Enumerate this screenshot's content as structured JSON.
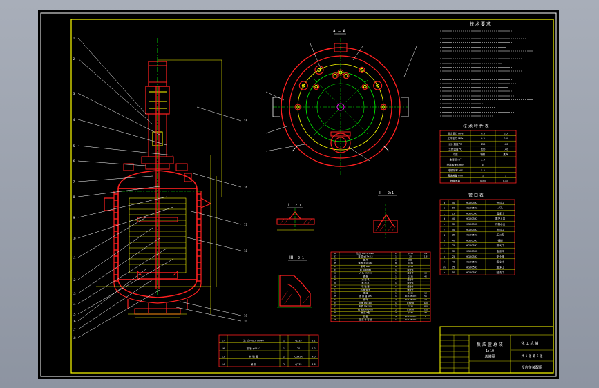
{
  "drawing": {
    "title": "反应釜装配图",
    "title_block": {
      "name": "反 应 釜 总 装",
      "scale": "1:10",
      "drawing_no": "总装图",
      "design_org": "化 工 机 械 厂",
      "sheet_label": "共 1 张 第 1 张"
    },
    "tech_requirements_title": "技 术 要 求",
    "tech_char_title": "技 术 特 性 表",
    "nozzle_table_title": "管 口 表",
    "top_view_label": "A — A",
    "detail_labels": [
      "I",
      "II",
      "III"
    ],
    "detail_scales": [
      "2:1",
      "2:1",
      "2:1"
    ],
    "tech_char_rows": [
      [
        "设计压力 MPa",
        "0.3",
        "0.5"
      ],
      [
        "工作压力 MPa",
        "0.2",
        "0.4"
      ],
      [
        "设计温度 ℃",
        "150",
        "160"
      ],
      [
        "工作温度 ℃",
        "120",
        "140"
      ],
      [
        "介质",
        "物料",
        "蒸汽"
      ],
      [
        "全容积 m³",
        "2.5",
        ""
      ],
      [
        "搅拌转速 r/min",
        "85",
        ""
      ],
      [
        "电机功率 kW",
        "5.5",
        ""
      ],
      [
        "腐蚀裕量 mm",
        "1",
        "1"
      ],
      [
        "焊缝系数",
        "0.85",
        "0.85"
      ]
    ],
    "nozzle_rows": [
      [
        "a",
        "50",
        "HG20592",
        "进料口"
      ],
      [
        "b",
        "80",
        "HG20592",
        "人孔"
      ],
      [
        "c",
        "25",
        "HG20592",
        "温度计"
      ],
      [
        "d",
        "40",
        "HG20592",
        "蒸汽入口"
      ],
      [
        "e",
        "32",
        "HG20592",
        "冷凝水出"
      ],
      [
        "f",
        "50",
        "HG20592",
        "出料口"
      ],
      [
        "g",
        "25",
        "HG20592",
        "压力表"
      ],
      [
        "h",
        "40",
        "HG20592",
        "视镜"
      ],
      [
        "i",
        "25",
        "HG20592",
        "排气口"
      ],
      [
        "j",
        "32",
        "HG20592",
        "备用口"
      ],
      [
        "k",
        "25",
        "HG20592",
        "安全阀"
      ],
      [
        "l",
        "40",
        "HG20592",
        "液位计"
      ],
      [
        "m",
        "25",
        "HG20592",
        "放净口"
      ],
      [
        "n",
        "50",
        "HG20592",
        "回流口"
      ]
    ],
    "parts_rows": [
      [
        "38",
        "法 兰 PN1.0 DN50",
        "2",
        "Q235",
        "3.2"
      ],
      [
        "37",
        "接 管 φ57×3.5",
        "1",
        "20",
        "1.8"
      ],
      [
        "36",
        "垫 片",
        "2",
        "石棉",
        ""
      ],
      [
        "35",
        "螺 栓 M16×60",
        "8",
        "Q235",
        ""
      ],
      [
        "34",
        "螺 母 M16",
        "8",
        "Q235",
        ""
      ],
      [
        "33",
        "视 镜 DN80",
        "1",
        "组合件",
        ""
      ],
      [
        "32",
        "人 孔 DN400",
        "1",
        "组合件",
        "68"
      ],
      [
        "31",
        "机 架",
        "1",
        "Q235",
        "42"
      ],
      [
        "30",
        "减 速 机",
        "1",
        "组合件",
        ""
      ],
      [
        "29",
        "电 动 机",
        "1",
        "组合件",
        ""
      ],
      [
        "28",
        "联 轴 器",
        "1",
        "组合件",
        ""
      ],
      [
        "27",
        "机 械 密 封",
        "1",
        "组合件",
        ""
      ],
      [
        "26",
        "底 座",
        "1",
        "Q235",
        "18"
      ],
      [
        "25",
        "搅 拌 轴 φ65",
        "1",
        "1Cr18Ni9Ti",
        "55"
      ],
      [
        "24",
        "桨 叶",
        "2",
        "1Cr18Ni9Ti",
        "12"
      ],
      [
        "23",
        "筒 体 DN1400",
        "1",
        "Q345R",
        "420"
      ],
      [
        "22",
        "夹 套 DN1500",
        "1",
        "Q235",
        "380"
      ],
      [
        "21",
        "封 头 EHA1400",
        "2",
        "Q345R",
        "210"
      ],
      [
        "20",
        "支 座 B型",
        "4",
        "Q235",
        "32"
      ],
      [
        "19",
        "挡 板",
        "4",
        "1Cr18Ni9Ti",
        "6"
      ],
      [
        "18",
        "温 度 计 套 管",
        "1",
        "1Cr18Ni9Ti",
        ""
      ]
    ],
    "bottom_parts_rows": [
      [
        "17",
        "法 兰 PN1.0 DN40",
        "1",
        "Q235",
        "2.1"
      ],
      [
        "16",
        "接 管 φ45×3",
        "1",
        "20",
        "1.2"
      ],
      [
        "15",
        "补 强 圈",
        "2",
        "Q345R",
        "4.5"
      ],
      [
        "14",
        "吊 耳",
        "2",
        "Q235",
        "3.8"
      ]
    ],
    "callouts": [
      "1",
      "2",
      "3",
      "4",
      "5",
      "6",
      "7",
      "8",
      "9",
      "10",
      "11",
      "12",
      "13",
      "14",
      "15",
      "16",
      "17",
      "18",
      "19",
      "20"
    ]
  }
}
